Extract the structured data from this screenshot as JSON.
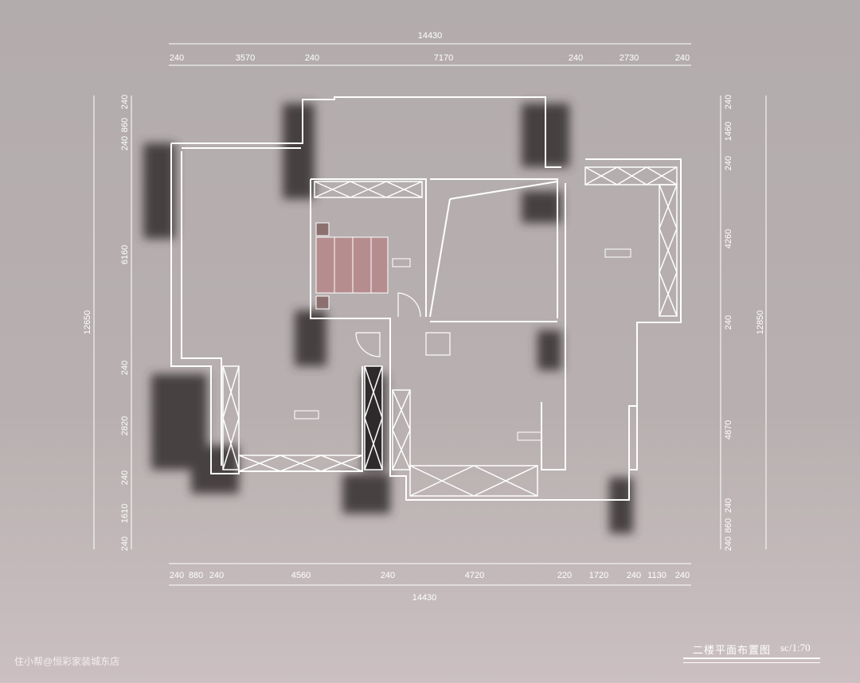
{
  "plan": {
    "title": "二楼平面布置图",
    "scale": "sc/1:70",
    "watermark": "住小帮@恒彩家装城东店",
    "colors": {
      "wall": "#ffffff",
      "shadow": "#3a3536",
      "bed": "#b68d8f",
      "background": "#b5aeae"
    }
  },
  "dimensions": {
    "top_total": "14430",
    "top": [
      "240",
      "3570",
      "240",
      "7170",
      "240",
      "2730",
      "240"
    ],
    "bottom_total": "14430",
    "bottom": [
      "240",
      "880",
      "240",
      "4560",
      "240",
      "4720",
      "220",
      "1720",
      "240",
      "1130",
      "240"
    ],
    "left_total": "12650",
    "left": [
      "240",
      "860",
      "240",
      "6160",
      "240",
      "2820",
      "240",
      "1610",
      "240"
    ],
    "right_total": "12850",
    "right": [
      "240",
      "1460",
      "240",
      "4260",
      "240",
      "4870",
      "240",
      "860",
      "240"
    ]
  }
}
